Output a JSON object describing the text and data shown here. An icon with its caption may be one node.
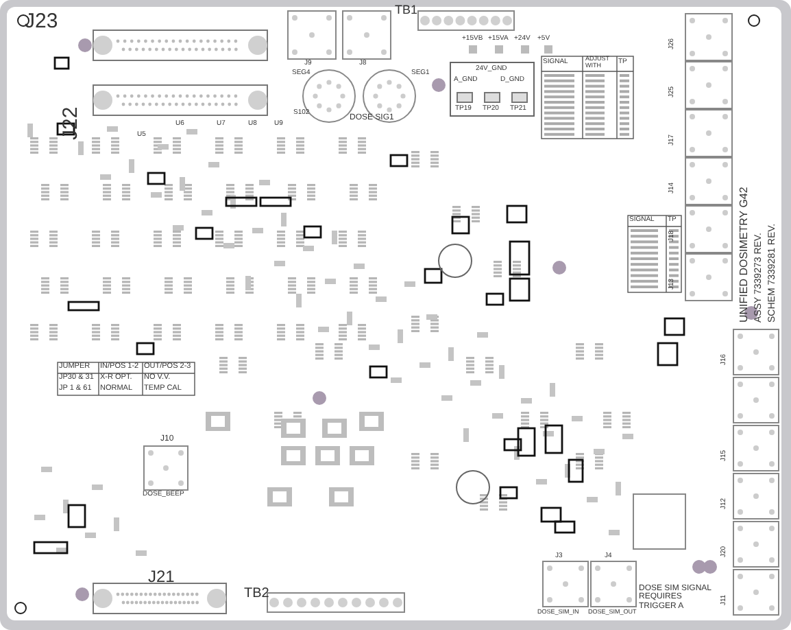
{
  "diagram": {
    "nodes": [
      {
        "text": [
          "24V_GND",
          "A_GND",
          "D_GND",
          "TP19",
          "TP20",
          "TP21"
        ]
      }
    ],
    "labels": [
      "J23",
      "TB1",
      "+15VB",
      "+15VA",
      "+24V",
      "+5V",
      "J9",
      "J8",
      "J26",
      "J22",
      "SEG4",
      "SEG1",
      "SIGNAL",
      "ADJUST WITH",
      "TP",
      "J25",
      "S102",
      "DOSE SIG1",
      "U5",
      "U6",
      "U7",
      "U8",
      "U9",
      "J17",
      "J14",
      "SIGNAL",
      "TP",
      "J18",
      "J13",
      "UNIFIED DOSIMETRY G42",
      "ASSY 7339273 REV.",
      "SCHEM 7339281 REV.",
      "J16",
      "JUMPER",
      "IN/POS 1-2",
      "OUT/POS 2-3",
      "JP30 & 31",
      "X-R OPT.",
      "NO V.V.",
      "JP 1 & 61",
      "NORMAL",
      "TEMP CAL",
      "J15",
      "J10",
      "J12",
      "DOSE_BEEP",
      "J20",
      "J11",
      "J3",
      "J4",
      "J21",
      "TB2",
      "DOSE_SIM_IN",
      "DOSE_SIM_OUT",
      "DOSE SIM SIGNAL REQUIRES TRIGGER A"
    ]
  }
}
